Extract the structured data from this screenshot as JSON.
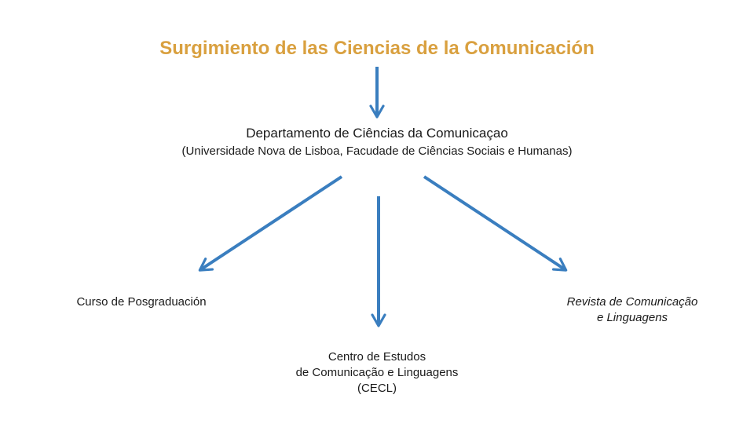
{
  "title": "Surgimiento de las Ciencias de la Comunicación",
  "department": {
    "name": "Departamento de Ciências da Comunicaçao",
    "subtitle": "(Universidade Nova de Lisboa, Facudade de Ciências Sociais e Humanas)"
  },
  "branches": {
    "left": {
      "line1": "Curso de Posgraduación"
    },
    "center": {
      "line1": "Centro de Estudos",
      "line2": "de Comunicação e Linguagens",
      "line3": "(CECL)"
    },
    "right": {
      "line1": "Revista de Comunicação",
      "line2": "e Linguagens"
    }
  },
  "colors": {
    "title": "#D9A03F",
    "arrow": "#3A7EBF",
    "text": "#1a1a1a"
  }
}
